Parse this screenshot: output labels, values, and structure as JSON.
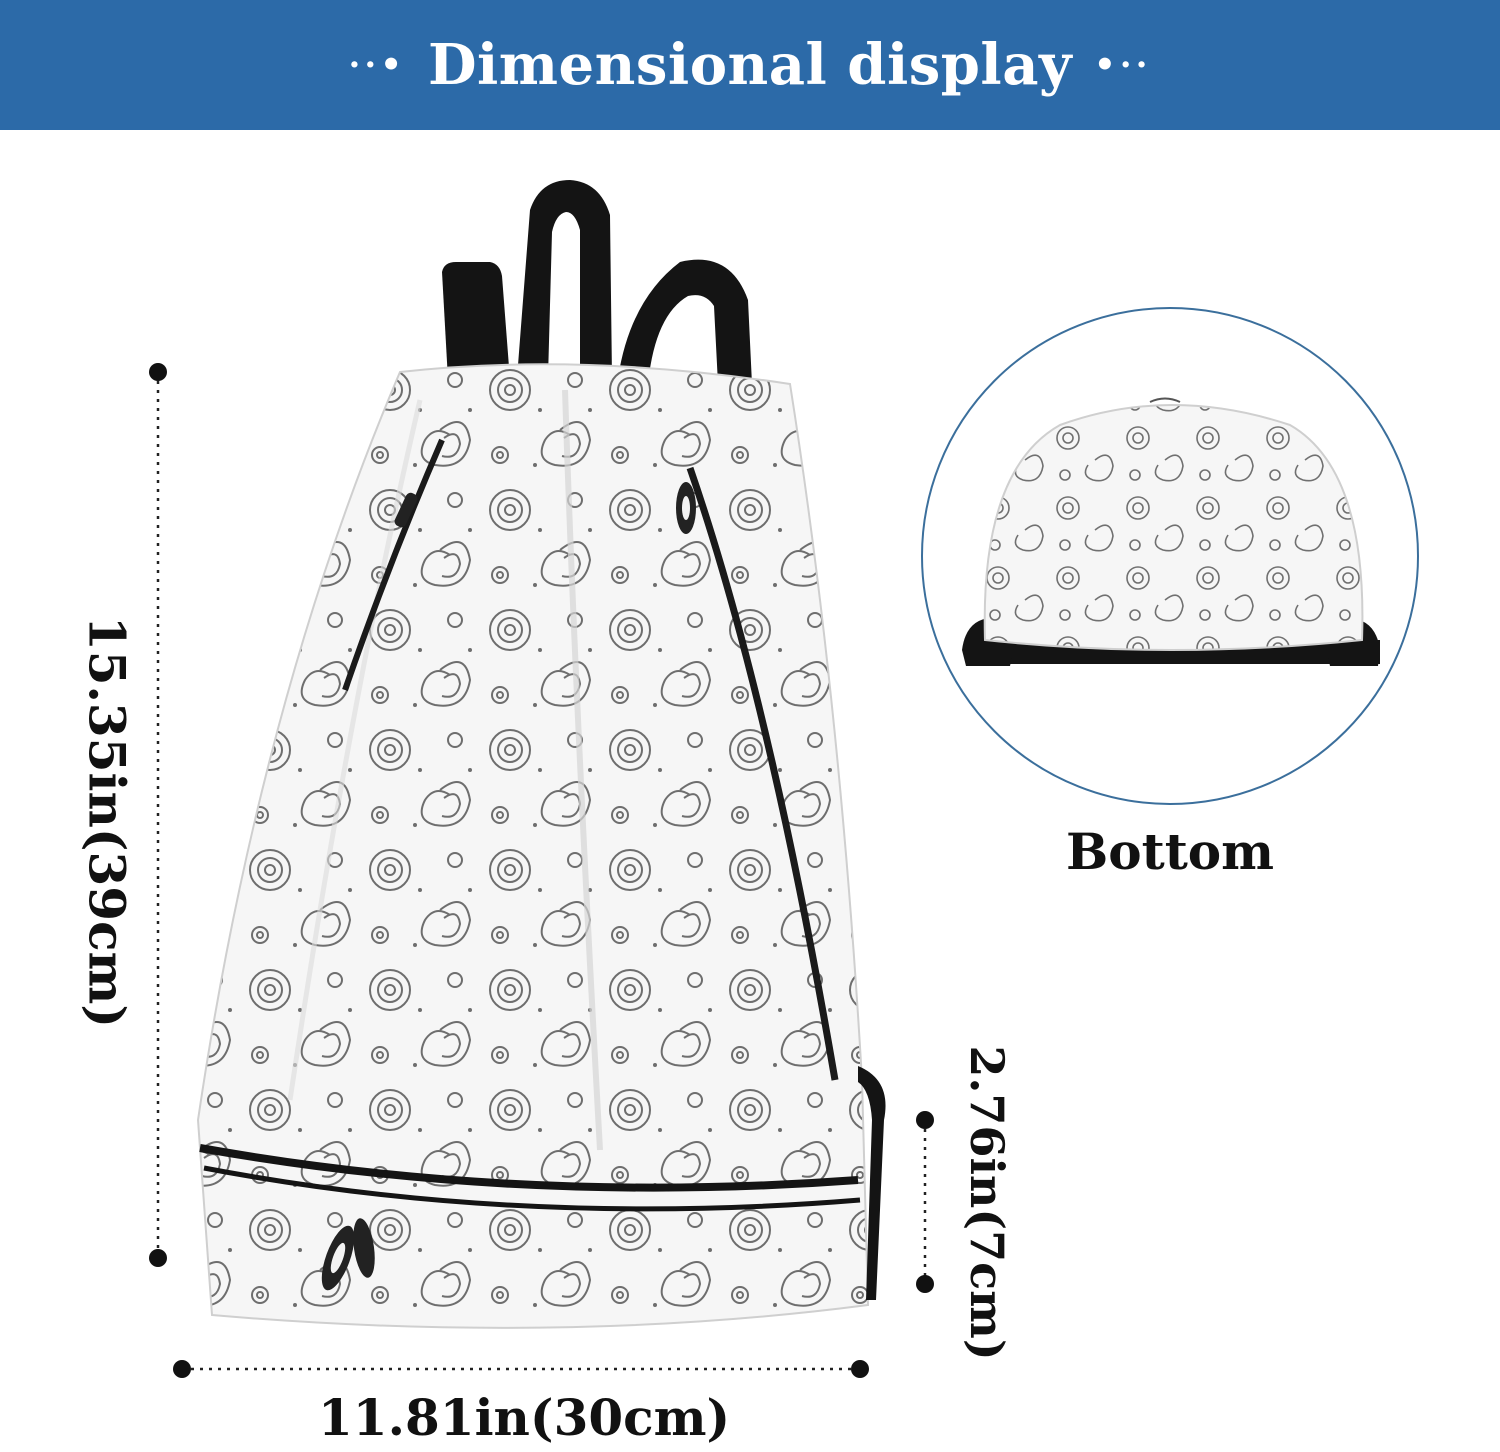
{
  "header": {
    "title": "Dimensional display",
    "dots_left": "··•",
    "dots_right": "•··"
  },
  "dimensions": {
    "height": "15.35in(39cm)",
    "width": "11.81in(30cm)",
    "depth": "2.76in(7cm)"
  },
  "inset": {
    "label": "Bottom"
  },
  "colors": {
    "header_bg": "#2c6aa8",
    "text": "#111111",
    "pattern": "#6e6e6e",
    "strap": "#111111",
    "bag": "#f4f4f4"
  }
}
